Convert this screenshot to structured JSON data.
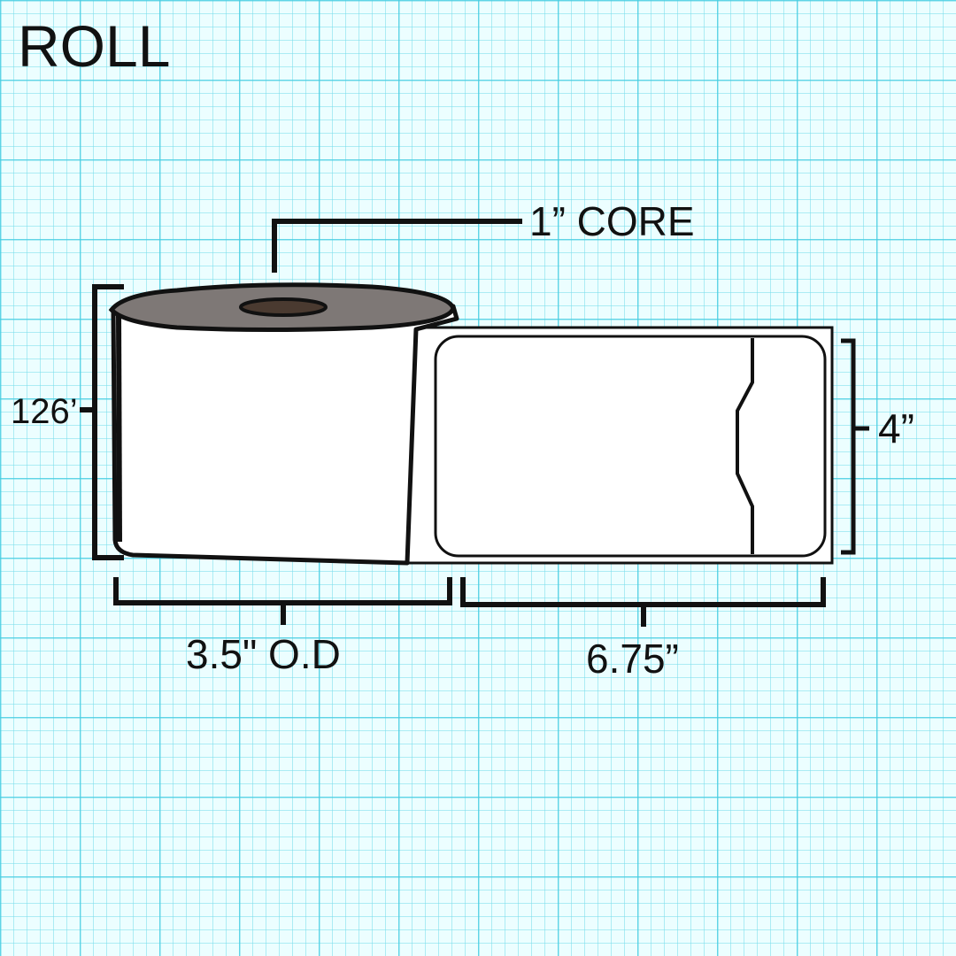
{
  "title": "ROLL",
  "labels": {
    "core": "1” CORE",
    "length": "126’",
    "label_height": "4”",
    "outer_diameter": "3.5\" O.D",
    "label_width": "6.75”"
  },
  "colors": {
    "grid": "#46cde1",
    "background": "#ecfeff",
    "ink": "#111111",
    "roll_top": "#7e7876",
    "core_hole": "#4a3a30",
    "paper": "#ffffff"
  }
}
